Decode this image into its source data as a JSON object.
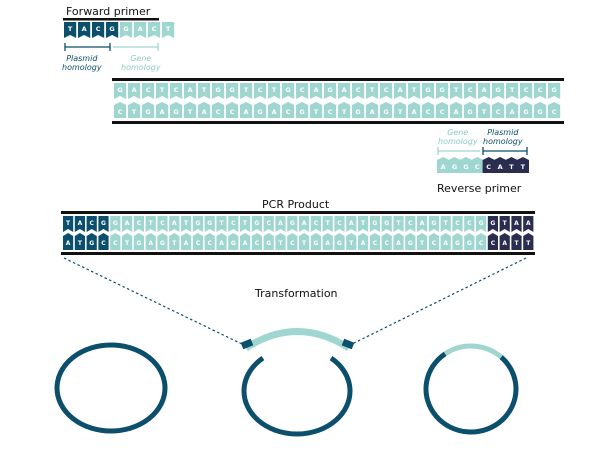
{
  "labels": {
    "forward_primer": "Forward primer",
    "reverse_primer": "Reverse primer",
    "pcr_product": "PCR Product",
    "transformation": "Transformation",
    "plasmid_homology_fwd": [
      "Plasmid",
      "homology"
    ],
    "gene_homology_fwd": [
      "Gene",
      "homology"
    ],
    "gene_homology_rev": [
      "Gene",
      "homology"
    ],
    "plasmid_homology_rev": [
      "Plasmid",
      "homology"
    ]
  },
  "forward_primer": {
    "plasmid_part": "TACG",
    "gene_part": "GACT"
  },
  "reverse_primer": {
    "gene_part": "AGGC",
    "plasmid_part": "CATT"
  },
  "template": {
    "top": "GACTCATGGTCTGCAGACTCATGGTCAGTCCG",
    "bottom": "CTGAGTACCAGACGTCTGAGTACCAGTCAGGC"
  },
  "pcr_product": {
    "top": "TACGGACTCATGGTCTGCAGACTCATGGTCAGTCCGGTAA",
    "bottom": "ATGCCTGAGTACCAGACGTCTGAGTACCAGTCAGGCCATT",
    "fwd_plasmid_len": 4,
    "rev_plasmid_len": 4
  },
  "plasmids": [
    {
      "name": "empty-plasmid"
    },
    {
      "name": "opened-plasmid-with-insert"
    },
    {
      "name": "recombined-plasmid"
    }
  ],
  "colors": {
    "teal_dark": "#0b4f6c",
    "navy": "#2a2d4f",
    "teal_light": "#9fd6d0",
    "base_text_light": "#ffffff",
    "strand_bar": "#111111"
  }
}
